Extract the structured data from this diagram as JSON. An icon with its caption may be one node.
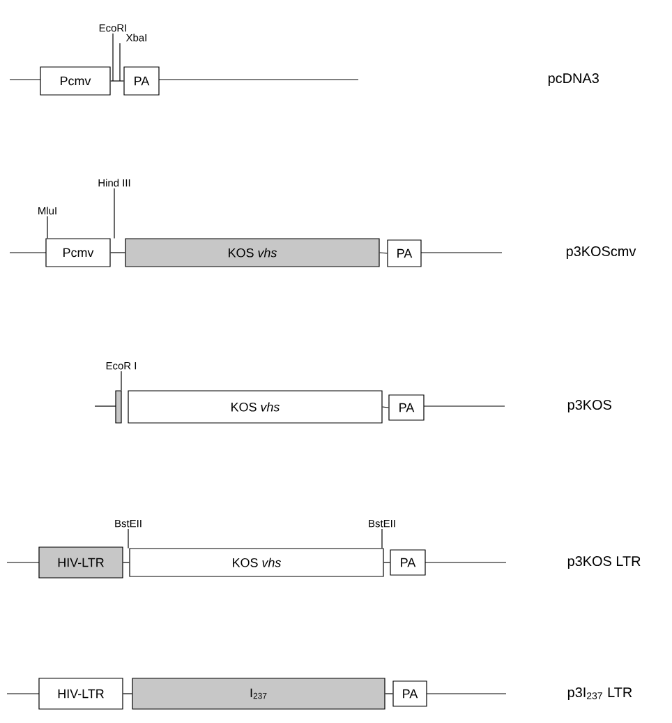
{
  "diagram": {
    "nodes": [
      {
        "text": [
          "Pcmv"
        ]
      },
      {
        "text": [
          "PA"
        ]
      },
      {
        "text": [
          "Pcmv"
        ]
      },
      {
        "text": [
          "KOS *vhs*"
        ]
      },
      {
        "text": [
          "PA"
        ]
      },
      {
        "text": [],
        "shape": "bar"
      },
      {
        "text": [
          "KOS *vhs*"
        ]
      },
      {
        "text": [
          "PA"
        ]
      },
      {
        "text": [
          "HIV-LTR"
        ]
      },
      {
        "text": [
          "KOS *vhs*"
        ]
      },
      {
        "text": [
          "PA"
        ]
      },
      {
        "text": [
          "HIV-LTR"
        ]
      },
      {
        "text": [
          "I$_{237}$"
        ]
      },
      {
        "text": [
          "PA"
        ]
      },
      {
        "text": [
          "EcoRI"
        ]
      },
      {
        "text": [
          "XbaI"
        ]
      },
      {
        "text": [
          "Hind III"
        ]
      },
      {
        "text": [
          "MluI"
        ]
      },
      {
        "text": [
          "EcoR I"
        ]
      },
      {
        "text": [
          "BstEII"
        ]
      },
      {
        "text": [
          "BstEII"
        ]
      }
    ],
    "edges": [
      {
        "from": 0,
        "to": 1,
        "arrow": "none"
      },
      {
        "from": 2,
        "to": 3,
        "arrow": "none"
      },
      {
        "from": 3,
        "to": 4,
        "arrow": "none"
      },
      {
        "from": 6,
        "to": 7,
        "arrow": "none"
      },
      {
        "from": 8,
        "to": 9,
        "arrow": "none"
      },
      {
        "from": 9,
        "to": 10,
        "arrow": "none"
      },
      {
        "from": 11,
        "to": 12,
        "arrow": "none"
      },
      {
        "from": 12,
        "to": 13,
        "arrow": "none"
      },
      {
        "from": 14,
        "to": 0,
        "arrow": "none"
      },
      {
        "from": 15,
        "to": 1,
        "arrow": "none"
      },
      {
        "from": 16,
        "to": 2,
        "arrow": "none"
      },
      {
        "from": 17,
        "to": 2,
        "arrow": "none"
      },
      {
        "from": 18,
        "to": 5,
        "arrow": "none"
      },
      {
        "from": 19,
        "to": 9,
        "arrow": "none"
      },
      {
        "from": 20,
        "to": 9,
        "arrow": "none"
      }
    ],
    "labels": [
      "pcDNA3",
      "p3KOScmv",
      "p3KOS",
      "p3KOS LTR",
      "p3I$_{237}$ LTR"
    ]
  }
}
